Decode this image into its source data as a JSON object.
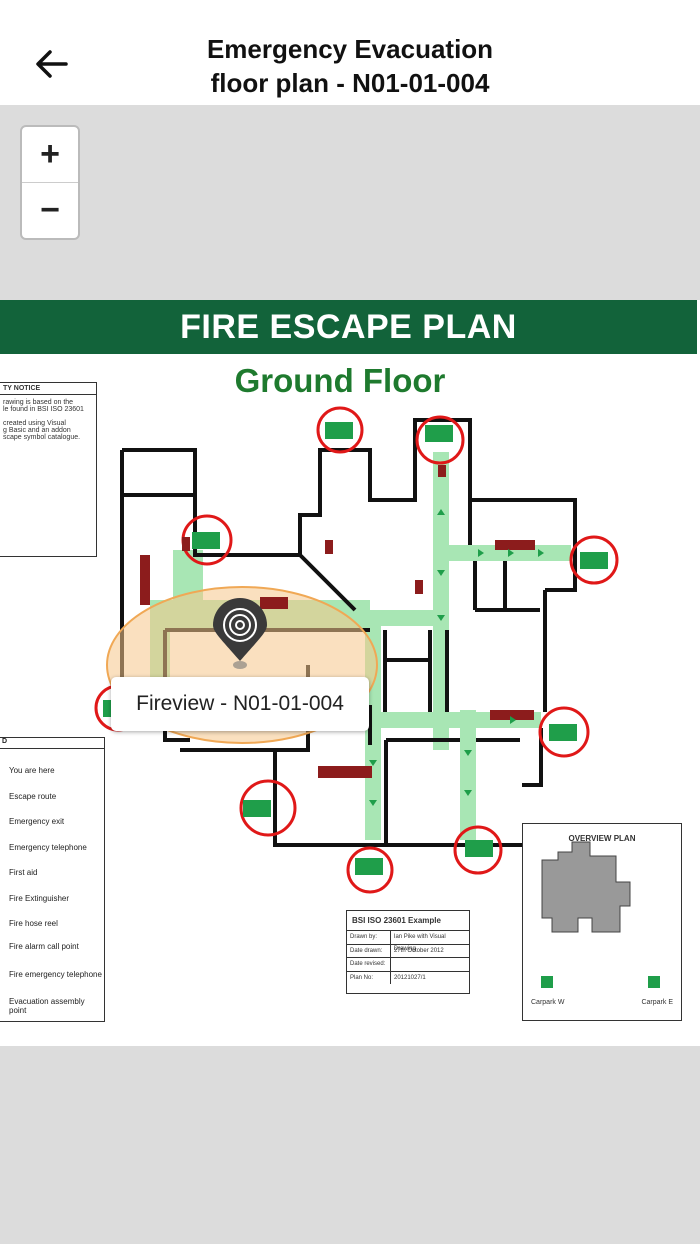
{
  "header": {
    "title_line1": "Emergency Evacuation",
    "title_line2": "floor plan - N01-01-004",
    "back_icon": "arrow-left-icon"
  },
  "zoom": {
    "in_label": "+",
    "out_label": "−"
  },
  "plan": {
    "banner": "FIRE ESCAPE PLAN",
    "floor": "Ground Floor",
    "notice": {
      "title": "TY NOTICE",
      "lines": [
        "rawing is based on the",
        "le found in BSI ISO 23601",
        "",
        "created using Visual",
        "g Basic and an addon",
        "scape symbol catalogue."
      ]
    },
    "legend": {
      "title": "D",
      "items": [
        "You are here",
        "Escape route",
        "Emergency exit",
        "Emergency telephone",
        "First aid",
        "Fire Extinguisher",
        "Fire hose reel",
        "Fire alarm call point",
        "Fire emergency telephone",
        "Evacuation assembly point"
      ]
    },
    "overview": {
      "title": "OVERVIEW PLAN",
      "carpark_w": "Carpark W",
      "carpark_e": "Carpark E"
    },
    "title_block": {
      "heading": "BSI ISO 23601 Example",
      "rows": [
        {
          "k": "Drawn by:",
          "v": "Ian Pike with Visual Drawing"
        },
        {
          "k": "Date drawn:",
          "v": "27th October 2012"
        },
        {
          "k": "Date revised:",
          "v": ""
        },
        {
          "k": "Plan No:",
          "v": "20121027/1"
        }
      ]
    }
  },
  "marker": {
    "label": "Fireview - N01-01-004",
    "icon": "fire-detector-icon"
  },
  "colors": {
    "banner": "#12633a",
    "route": "#a8e6b4",
    "exit": "#1f9e4a",
    "circle": "#e01818",
    "zone": "#f5c68a"
  }
}
